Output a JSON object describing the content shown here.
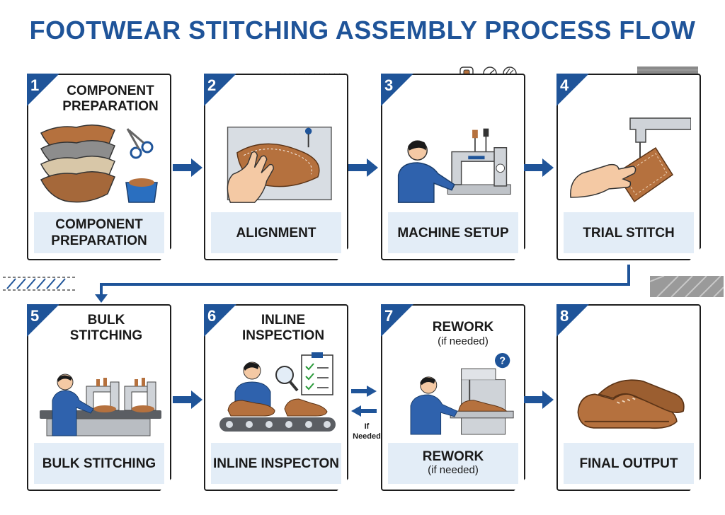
{
  "title": "FOOTWEAR STITCHING ASSEMBLY PROCESS FLOW",
  "colors": {
    "accent": "#1f5499",
    "label_bg": "#e3edf7",
    "leather": "#b5713e",
    "border": "#1d1d1d"
  },
  "steps": [
    {
      "number": "1",
      "heading": "COMPONENT PREPARATION",
      "heading_sub": "",
      "label": "COMPONENT PREPARATION",
      "label_sub": "",
      "icons": [
        "leather-layers-icon",
        "scissors-icon",
        "parts-bin-icon"
      ]
    },
    {
      "number": "2",
      "heading": "",
      "heading_sub": "",
      "label": "ALIGNMENT",
      "label_sub": "",
      "icons": [
        "hand-icon",
        "pin-icon",
        "leather-piece-icon"
      ]
    },
    {
      "number": "3",
      "heading": "",
      "heading_sub": "",
      "label": "MACHINE SETUP",
      "label_sub": "",
      "icons": [
        "operator-icon",
        "sewing-machine-icon",
        "gauge-icons"
      ]
    },
    {
      "number": "4",
      "heading": "",
      "heading_sub": "",
      "label": "TRIAL STITCH",
      "label_sub": "",
      "icons": [
        "needle-icon",
        "hand-icon",
        "leather-swatch-icon"
      ]
    },
    {
      "number": "5",
      "heading": "BULK STITCHING",
      "heading_sub": "",
      "label": "BULK STITCHING",
      "label_sub": "",
      "icons": [
        "operator-icon",
        "sewing-machine-icon",
        "conveyor-icon"
      ]
    },
    {
      "number": "6",
      "heading": "INLINE INSPECTION",
      "heading_sub": "",
      "label": "INLINE INSPECTON",
      "label_sub": "",
      "icons": [
        "inspector-icon",
        "magnifier-icon",
        "checklist-icon",
        "conveyor-icon"
      ]
    },
    {
      "number": "7",
      "heading": "REWORK",
      "heading_sub": "(if needed)",
      "label": "REWORK",
      "label_sub": "(if needed)",
      "icons": [
        "operator-icon",
        "question-icon",
        "sewing-machine-icon",
        "shoe-icon"
      ]
    },
    {
      "number": "8",
      "heading": "",
      "heading_sub": "",
      "label": "FINAL OUTPUT",
      "label_sub": "",
      "icons": [
        "shoe-pair-icon"
      ]
    }
  ],
  "loop_label": "If Needed"
}
